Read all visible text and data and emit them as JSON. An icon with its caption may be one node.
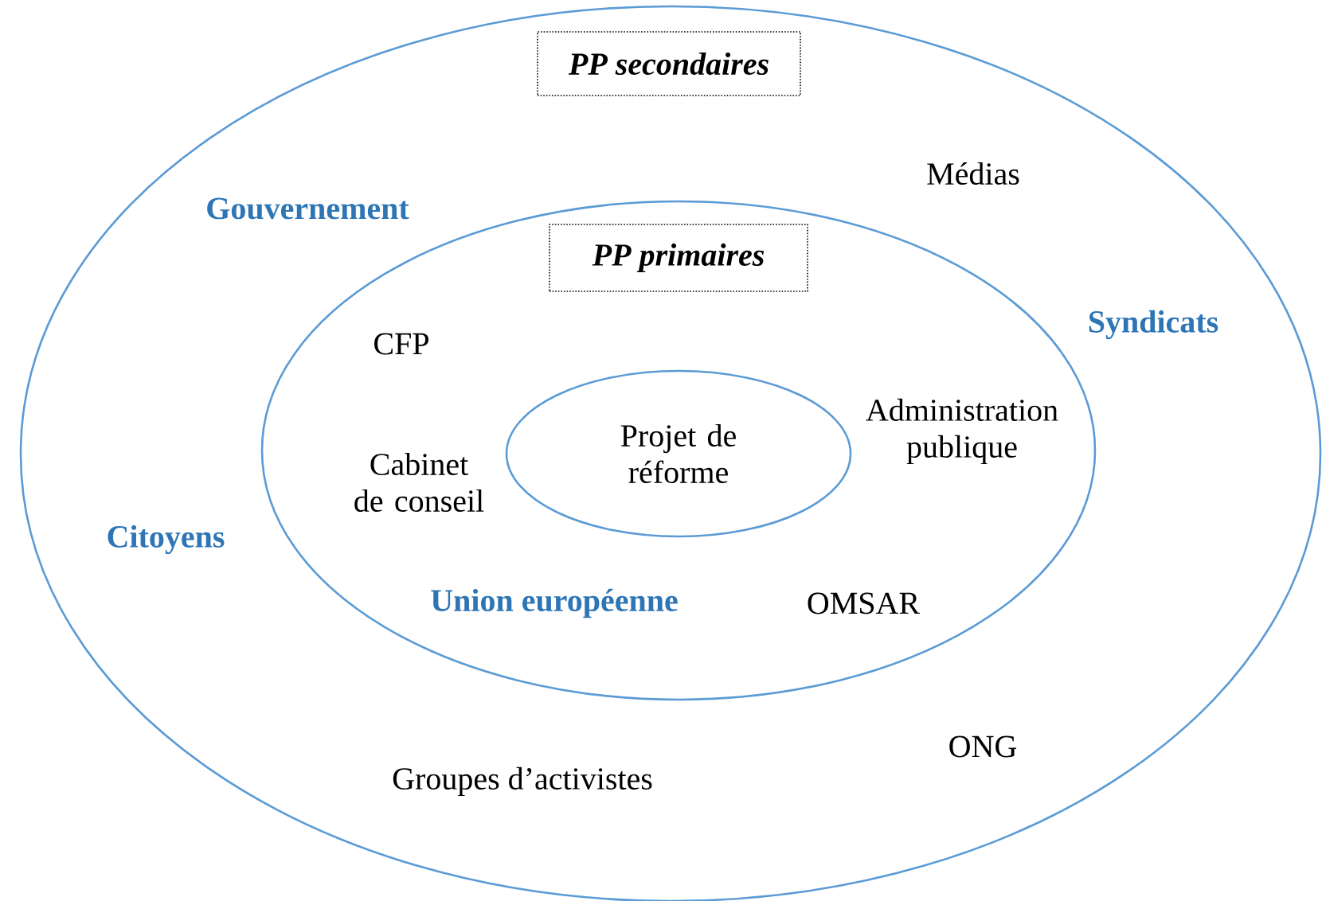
{
  "diagram": {
    "nodes": [
      {
        "text": [],
        "shape": "ellipse"
      },
      {
        "text": [
          "PP secondaires"
        ],
        "in": 0
      },
      {
        "text": [],
        "shape": "ellipse",
        "in": 0
      },
      {
        "text": [
          "PP primaires"
        ],
        "in": 2
      },
      {
        "text": [
          "Projet de réforme"
        ],
        "in": 2
      }
    ],
    "labels": [
      "Médias",
      "Gouvernement",
      "Syndicats",
      "CFP",
      "Administration publique",
      "Cabinet de conseil",
      "Citoyens",
      "Union européenne",
      "OMSAR",
      "ONG",
      "Groupes d’activistes"
    ]
  }
}
